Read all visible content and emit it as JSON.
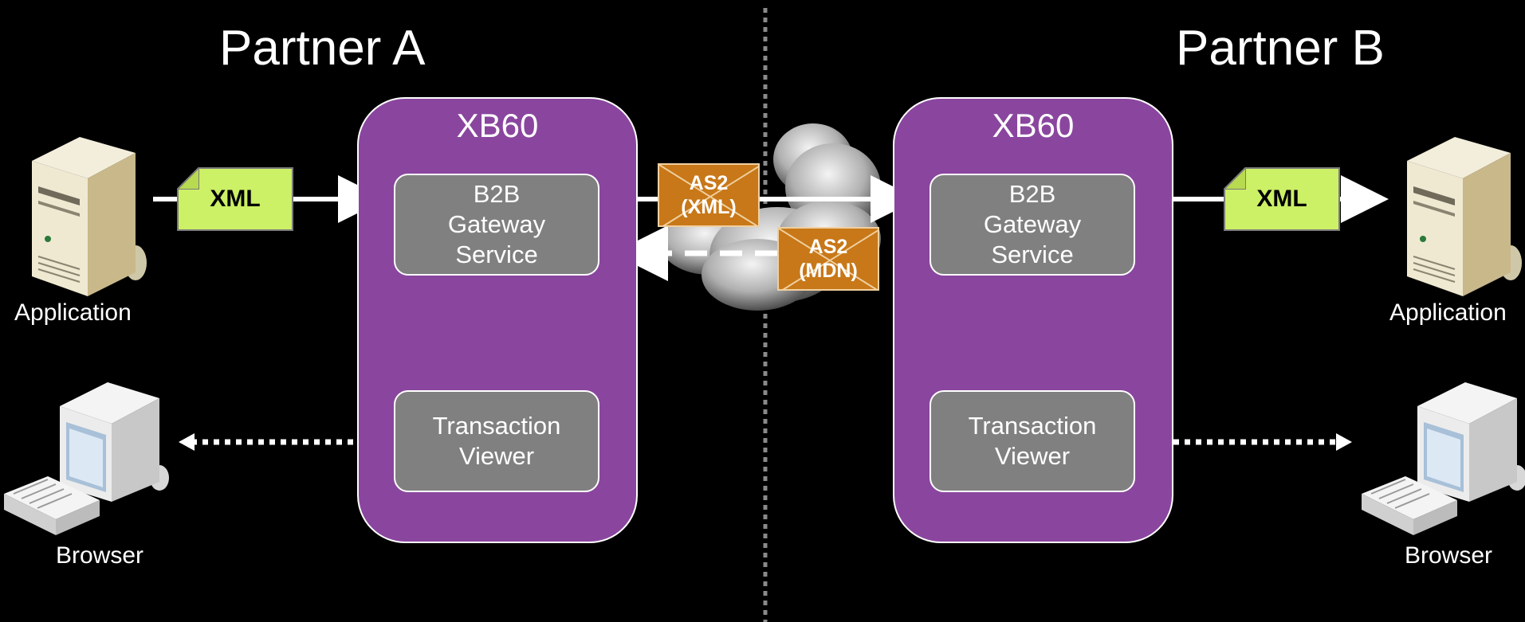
{
  "partners": {
    "a": {
      "title": "Partner A",
      "gateway": "XB60"
    },
    "b": {
      "title": "Partner B",
      "gateway": "XB60"
    }
  },
  "services": {
    "gateway": "B2B\nGateway\nService",
    "viewer": "Transaction\nViewer"
  },
  "documents": {
    "xml": "XML",
    "as2_xml": "AS2\n(XML)",
    "as2_mdn": "AS2\n(MDN)"
  },
  "endpoints": {
    "application": "Application",
    "browser": "Browser"
  },
  "colors": {
    "xb60_fill": "#8a469e",
    "service_fill": "#808080",
    "xml_doc_fill": "#ccf066",
    "as2_envelope_fill": "#c87818",
    "background": "#000000"
  },
  "icons": [
    "server-icon",
    "workstation-icon",
    "cloud-icon",
    "document-icon",
    "envelope-icon"
  ]
}
